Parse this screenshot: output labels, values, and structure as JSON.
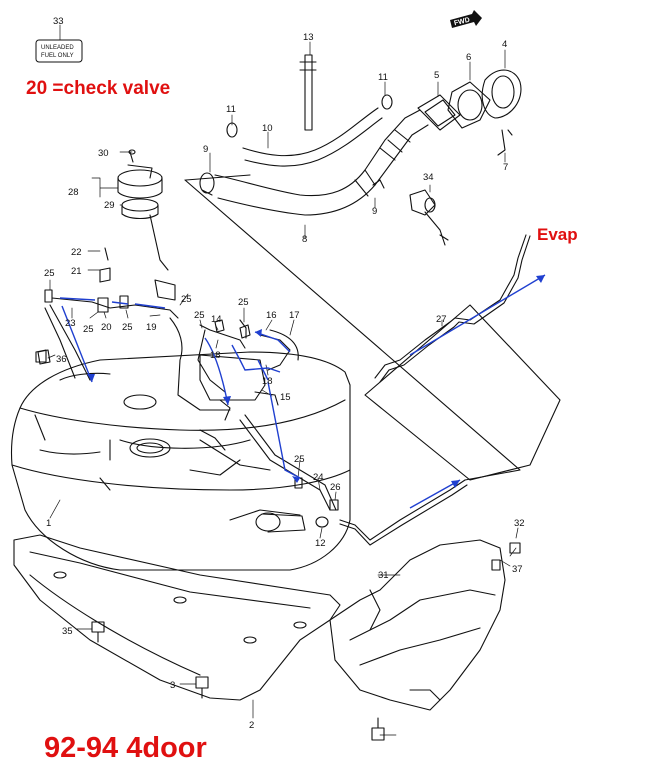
{
  "notes": {
    "check_valve": "20 =check valve",
    "evap": "Evap",
    "model": "92-94 4door"
  },
  "label_box": {
    "number": "33",
    "line1": "UNLEADED",
    "line2": "FUEL ONLY"
  },
  "direction_tag": "FWD",
  "callouts": [
    "1",
    "2",
    "3",
    "4",
    "5",
    "6",
    "7",
    "8",
    "9",
    "9",
    "10",
    "11",
    "11",
    "12",
    "13",
    "14",
    "15",
    "16",
    "17",
    "18",
    "18",
    "19",
    "20",
    "21",
    "22",
    "23",
    "24",
    "25",
    "25",
    "25",
    "25",
    "25",
    "25",
    "25",
    "26",
    "27",
    "28",
    "29",
    "30",
    "31",
    "32",
    "34",
    "35",
    "36",
    "37"
  ],
  "colors": {
    "line_art": "#111111",
    "annotation_red": "#e01010",
    "flow_arrow_blue": "#2040d0"
  }
}
